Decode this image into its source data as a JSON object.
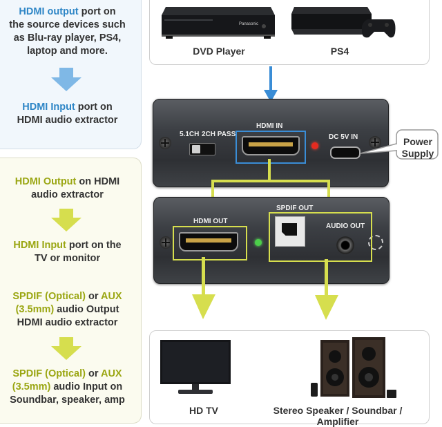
{
  "left_panel_blue": {
    "step1": {
      "highlight": "HDMI output",
      "rest1": " port on",
      "line2": "the source devices such",
      "line3": "as Blu-ray player, PS4,",
      "line4": "laptop and more."
    },
    "step2": {
      "highlight": "HDMI Input",
      "rest1": " port on",
      "line2": "HDMI audio extractor"
    }
  },
  "left_panel_yellow": {
    "step3": {
      "highlight": "HDMI Output",
      "rest1": " on HDMI",
      "line2": "audio extractor"
    },
    "step4": {
      "highlight": "HDMI Input",
      "rest1": " port on the",
      "line2": "TV or monitor"
    },
    "step5": {
      "h1": "SPDIF (Optical)",
      "mid": " or ",
      "h2": "AUX",
      "line2_h": "(3.5mm)",
      "line2_rest": " audio Output",
      "line3": "HDMI audio extractor"
    },
    "step6": {
      "h1": "SPDIF (Optical)",
      "mid": " or ",
      "h2": "AUX",
      "line2_h": "(3.5mm)",
      "line2_rest": " audio Input on",
      "line3": "Soundbar, speaker, amp"
    }
  },
  "sources": {
    "dvd_label": "DVD Player",
    "ps4_label": "PS4",
    "dvd_brand": "Panasonic"
  },
  "device_top": {
    "label_51": "5.1CH",
    "label_2ch": "2CH PASS",
    "label_hdmi_in": "HDMI IN",
    "label_dc": "DC 5V IN"
  },
  "power_supply": {
    "line1": "Power",
    "line2": "Supply"
  },
  "device_bottom": {
    "label_hdmi_out": "HDMI OUT",
    "label_spdif": "SPDIF OUT",
    "label_audio": "AUDIO OUT"
  },
  "outputs": {
    "tv_label": "HD TV",
    "speaker_label": "Stereo Speaker / Soundbar / Amplifier"
  },
  "colors": {
    "blue": "#3a8dd6",
    "yellow": "#d6de4e",
    "blue_text": "#2e86c6",
    "yellow_text": "#9aa612"
  }
}
